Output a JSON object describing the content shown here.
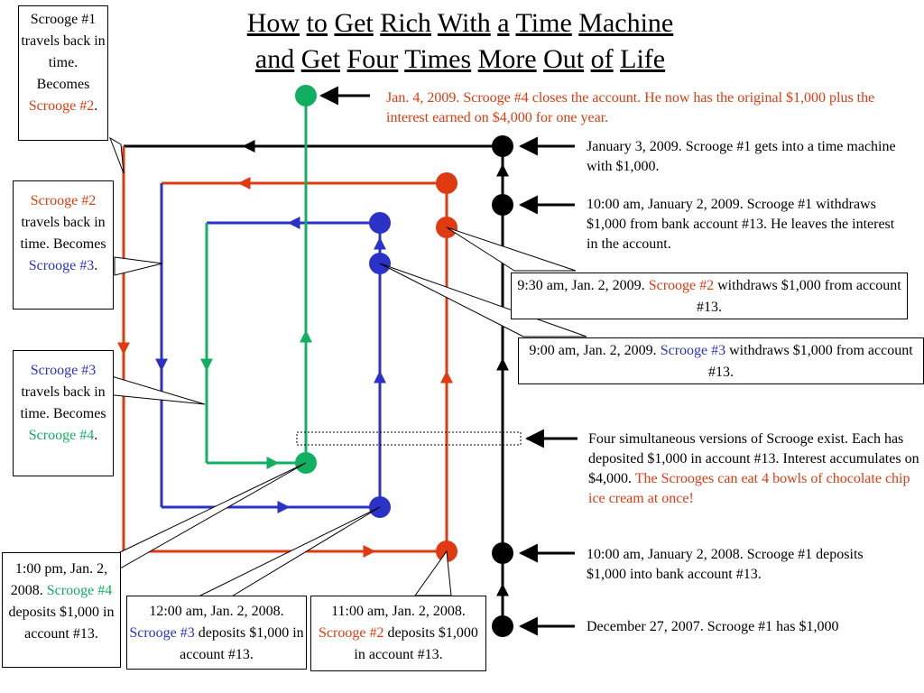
{
  "title": {
    "line1": [
      "How",
      "to",
      "Get",
      "Rich",
      "With",
      "a",
      "Time",
      "Machine"
    ],
    "line2": [
      "and",
      "Get",
      "Four",
      "Times",
      "More",
      "Out",
      "of",
      "Life"
    ]
  },
  "colors": {
    "scrooge1": "#000000",
    "scrooge2": "#e03a10",
    "scrooge3": "#2a32c8",
    "scrooge4": "#10b060"
  },
  "left_boxes": {
    "s1_travels": {
      "text": "Scrooge #1 travels back in time. Becomes",
      "name": "Scrooge #2",
      "end": "."
    },
    "s2_travels": {
      "name": "Scrooge #2",
      "text": "travels back in time. Becomes",
      "name2": "Scrooge #3",
      "end": "."
    },
    "s3_travels": {
      "name": "Scrooge #3",
      "text": "travels back in time. Becomes",
      "name2": "Scrooge #4",
      "end": "."
    },
    "s4_deposit": {
      "pre": "1:00 pm, Jan. 2, 2008.",
      "name": "Scrooge #4",
      "post": "deposits $1,000 in account #13."
    }
  },
  "bottom_boxes": {
    "s3_deposit": {
      "pre": "12:00 am, Jan. 2, 2008.",
      "name": "Scrooge #3",
      "post": "deposits $1,000 in account #13."
    },
    "s2_deposit": {
      "pre": "11:00 am, Jan. 2, 2008.",
      "name": "Scrooge #2",
      "post": "deposits $1,000 in account #13."
    }
  },
  "right_boxes": {
    "s2_withdraw": {
      "pre": "9:30 am, Jan. 2, 2009.",
      "name": "Scrooge #2",
      "post": "withdraws $1,000 from account #13."
    },
    "s3_withdraw": {
      "pre": "9:00 am, Jan. 2, 2009.",
      "name": "Scrooge #3",
      "post": "withdraws $1,000 from account #13."
    }
  },
  "notes": {
    "close_account": "Jan. 4, 2009. Scrooge #4 closes the account. He now has the original $1,000 plus the interest earned on $4,000 for one year.",
    "time_machine": "January 3, 2009. Scrooge #1 gets into a time machine with $1,000.",
    "s1_withdraw": "10:00 am, January 2, 2009. Scrooge #1 withdraws $1,000 from bank account #13. He leaves the interest in the account.",
    "four_versions": "Four simultaneous versions of Scrooge exist. Each has deposited $1,000 in account #13. Interest accumulates on $4,000.",
    "four_versions_red": "The Scrooges can eat 4 bowls of chocolate chip ice cream at once!",
    "s1_deposit": "10:00 am, January 2, 2008. Scrooge #1 deposits $1,000 into bank account #13.",
    "start": "December 27, 2007. Scrooge #1 has $1,000"
  }
}
